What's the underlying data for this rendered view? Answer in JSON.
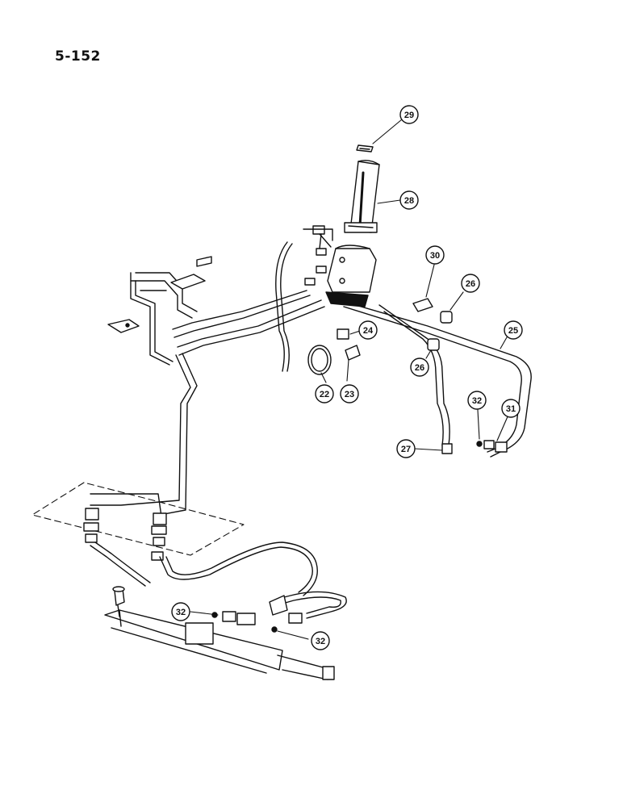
{
  "page_number": "5-152",
  "callouts": {
    "c22": "22",
    "c23": "23",
    "c24": "24",
    "c25": "25",
    "c26a": "26",
    "c26b": "26",
    "c27": "27",
    "c28": "28",
    "c29": "29",
    "c30": "30",
    "c31": "31",
    "c32a": "32",
    "c32b": "32",
    "c32c": "32"
  }
}
